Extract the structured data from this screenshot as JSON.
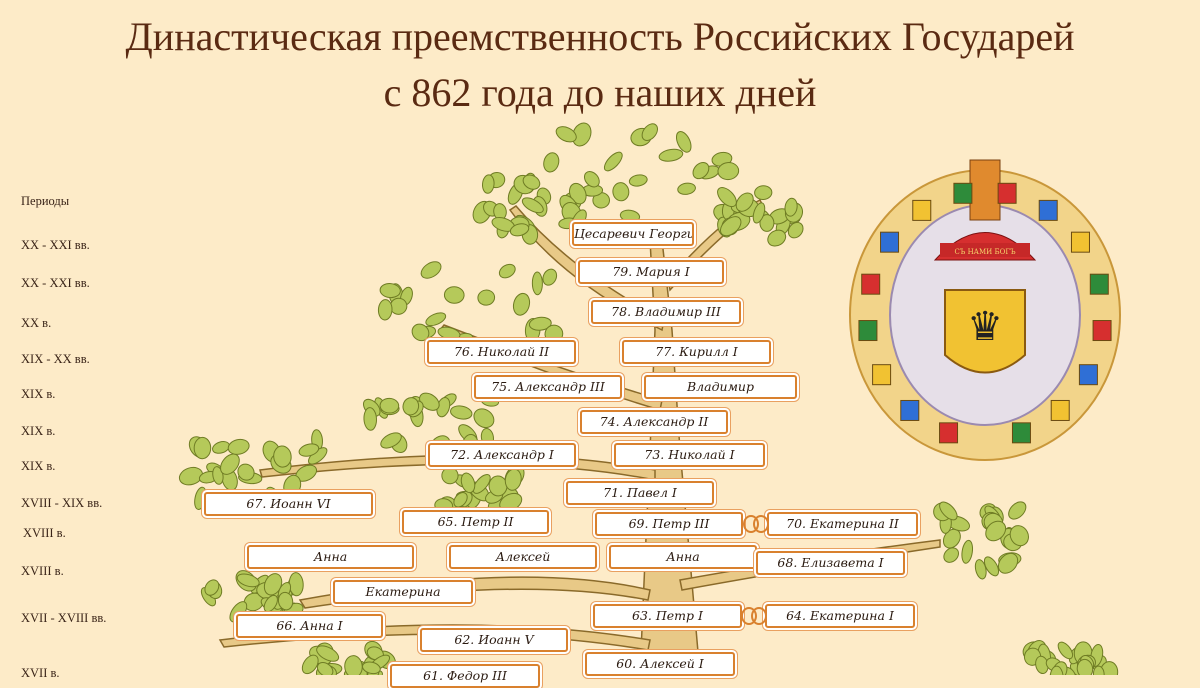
{
  "title_line1": "Династическая преемственность Российских Государей",
  "title_line2": "с 862 года  до наших дней",
  "periods": {
    "heading": "Периоды",
    "items": [
      "XX - XXI вв.",
      "XX - XXI вв.",
      "XX в.",
      "XIX - XX вв.",
      "XIX в.",
      "XIX в.",
      "XIX в.",
      "XVIII - XIX вв.",
      "XVIII  в.",
      "XVIII  в.",
      "XVII - XVIII  вв.",
      "XVII  в."
    ]
  },
  "tree": {
    "labels": [
      "Цесаревич Георгий",
      "79. Мария I",
      "78. Владимир III",
      "76. Николай II",
      "77. Кирилл I",
      "75. Александр III",
      "Владимир",
      "74. Александр II",
      "72. Александр I",
      "73. Николай I",
      "71. Павел I",
      "67. Иоанн VI",
      "65. Петр II",
      "69. Петр III",
      "70. Екатерина II",
      "Анна",
      "Алексей",
      "Анна",
      "68. Елизавета I",
      "Екатерина",
      "63. Петр I",
      "64. Екатерина I",
      "66. Анна I",
      "62. Иоанн V",
      "60. Алексей I",
      "61. Федор III"
    ]
  },
  "coat_of_arms": {
    "motto": "СЪ НАМИ БОГЪ"
  },
  "colors": {
    "background": "#fdebc8",
    "title": "#5a2a12",
    "scroll_border": "#d9812e",
    "leaf": "#a9c24a",
    "trunk": "#e8c987"
  }
}
